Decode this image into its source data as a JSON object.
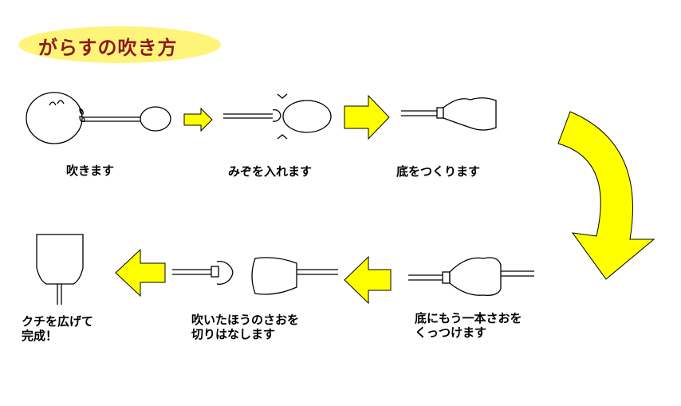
{
  "title": "がらすの吹き方",
  "colors": {
    "title_bg": "#fff47a",
    "title_text": "#8b1a1a",
    "arrow_fill": "#ffff00",
    "line": "#000000"
  },
  "steps": [
    {
      "caption": "吹きます"
    },
    {
      "caption": "みぞを入れます"
    },
    {
      "caption": "底をつくります"
    },
    {
      "caption": "底にもう一本さおを\nくっつけます"
    },
    {
      "caption": "吹いたほうのさおを\n切りはなします"
    },
    {
      "caption": "クチを広げて\n完成！"
    }
  ]
}
